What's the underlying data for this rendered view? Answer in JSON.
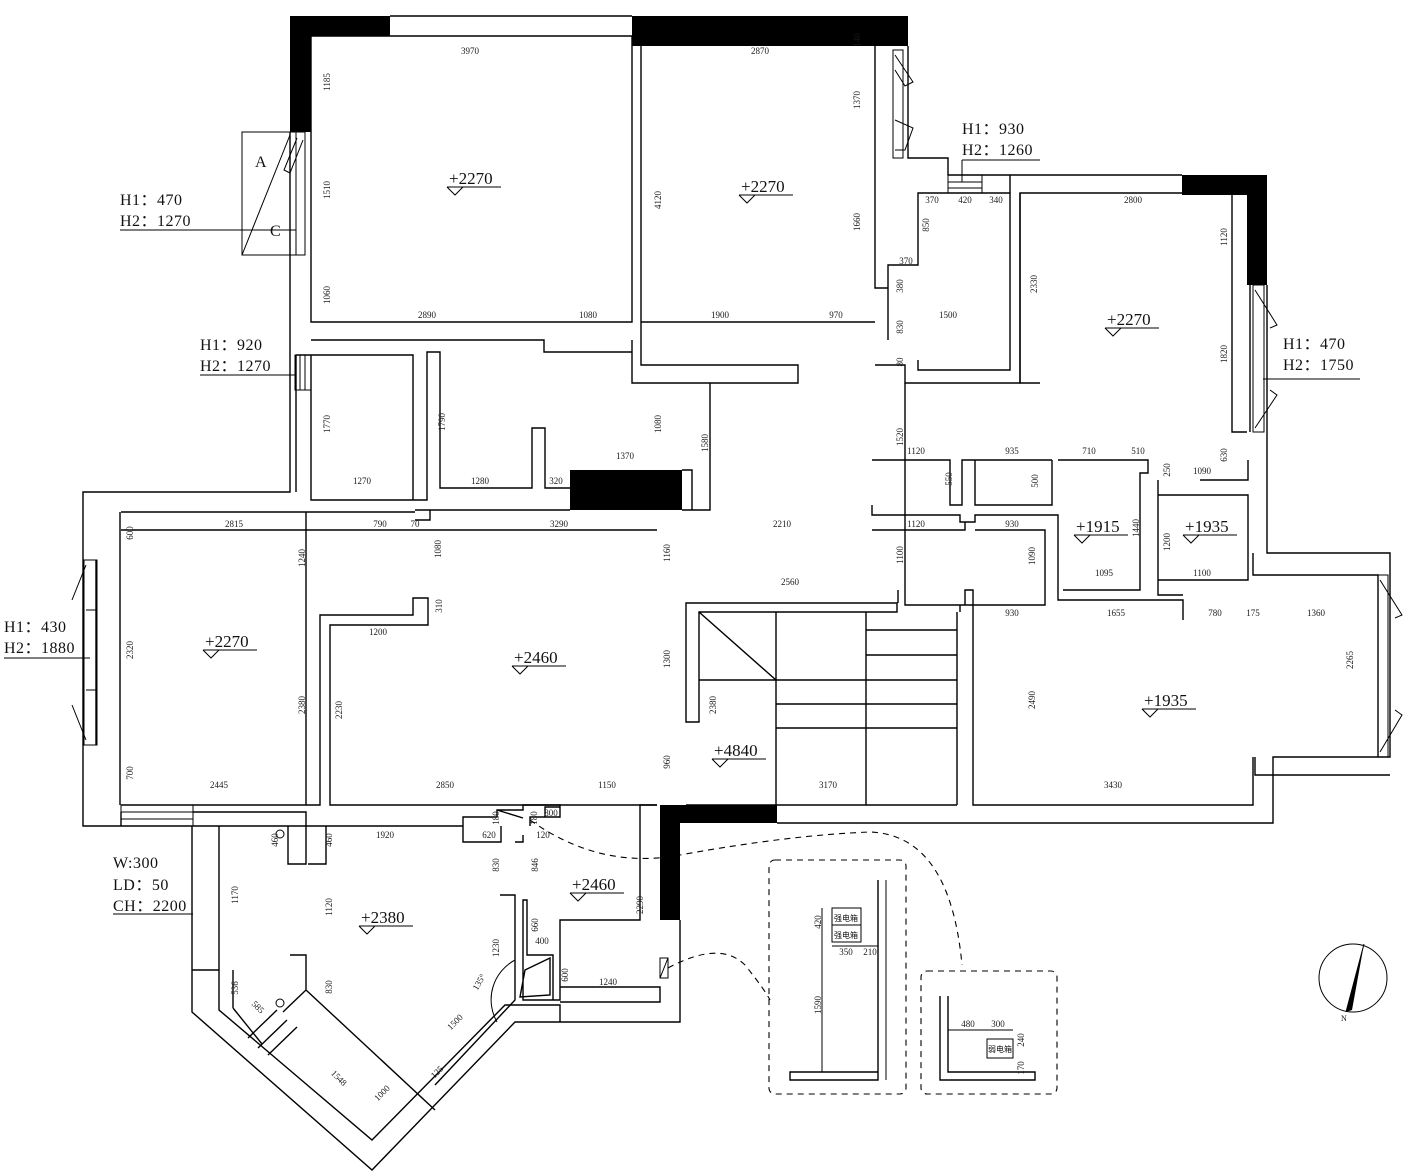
{
  "elevations": [
    "+2270",
    "+2270",
    "+2270",
    "+2270",
    "+2460",
    "+4840",
    "+1915",
    "+1935",
    "+1935",
    "+2380",
    "+2460"
  ],
  "window_notes": [
    {
      "h1": "H1：470",
      "h2": "H2：1270"
    },
    {
      "h1": "H1：920",
      "h2": "H2：1270"
    },
    {
      "h1": "H1：930",
      "h2": "H2：1260"
    },
    {
      "h1": "H1：470",
      "h2": "H2：1750"
    },
    {
      "h1": "H1：430",
      "h2": "H2：1880"
    }
  ],
  "door_note": {
    "w": "W:300",
    "ld": "LD：50",
    "ch": "CH：2200"
  },
  "markers": {
    "a": "A",
    "c": "C",
    "north": "N"
  },
  "dimensions": [
    "3970",
    "2870",
    "2890",
    "1080",
    "1900",
    "970",
    "1500",
    "370",
    "420",
    "340",
    "2800",
    "370",
    "1270",
    "1280",
    "320",
    "1370",
    "2815",
    "790",
    "70",
    "3290",
    "2210",
    "1120",
    "935",
    "710",
    "510",
    "1090",
    "1120",
    "930",
    "1095",
    "1100",
    "2560",
    "930",
    "1655",
    "780",
    "175",
    "1360",
    "1200",
    "2445",
    "2850",
    "1150",
    "3170",
    "3430",
    "1920",
    "620",
    "120",
    "400",
    "1240",
    "800",
    "1185",
    "1510",
    "1060",
    "4120",
    "140",
    "1370",
    "1660",
    "850",
    "380",
    "830",
    "80",
    "2330",
    "1120",
    "1820",
    "630",
    "1770",
    "1790",
    "1080",
    "1580",
    "1520",
    "550",
    "500",
    "250",
    "1440",
    "1200",
    "1090",
    "1100",
    "600",
    "1240",
    "1080",
    "310",
    "1160",
    "2320",
    "2380",
    "2230",
    "1300",
    "2380",
    "960",
    "2490",
    "2265",
    "700",
    "460",
    "460",
    "180",
    "180",
    "830",
    "846",
    "1170",
    "1120",
    "2290",
    "660",
    "1230",
    "830",
    "600",
    "536",
    "585",
    "1548",
    "1000",
    "1500",
    "135°",
    "125"
  ],
  "detail": {
    "boxes": [
      "强电箱",
      "强电箱",
      "弱电箱"
    ],
    "dimensions": [
      "420",
      "350",
      "210",
      "1590",
      "480",
      "300",
      "240",
      "170"
    ]
  }
}
